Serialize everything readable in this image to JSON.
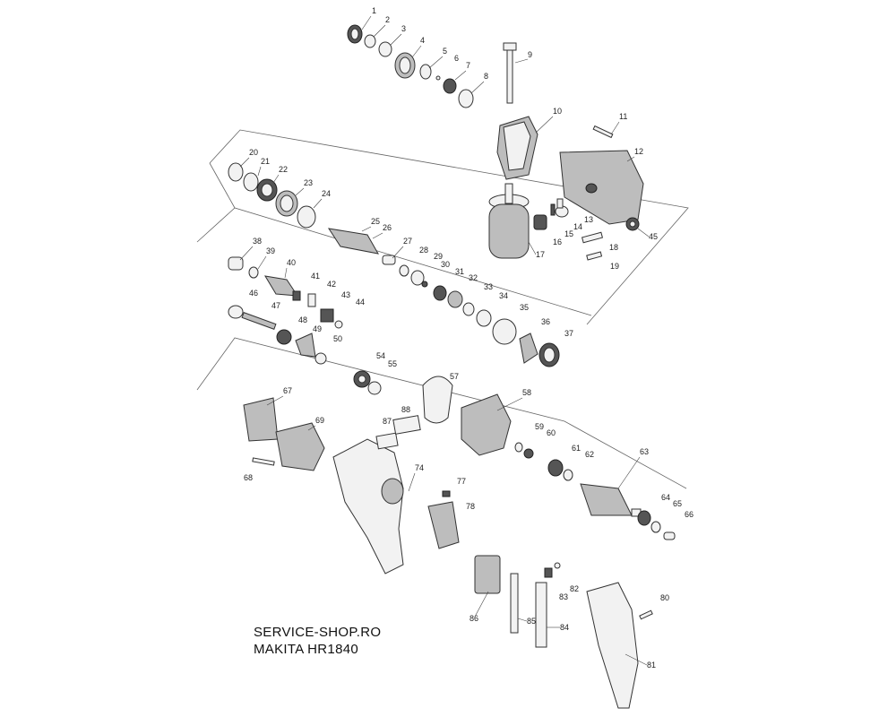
{
  "caption": {
    "shop": "SERVICE-SHOP.RO",
    "model": "MAKITA HR1840"
  },
  "part_numbers": [
    "1",
    "2",
    "3",
    "4",
    "5",
    "6",
    "7",
    "8",
    "9",
    "10",
    "11",
    "12",
    "13",
    "14",
    "15",
    "16",
    "17",
    "18",
    "19",
    "20",
    "21",
    "22",
    "23",
    "24",
    "25",
    "26",
    "27",
    "28",
    "29",
    "30",
    "31",
    "32",
    "33",
    "34",
    "35",
    "36",
    "37",
    "38",
    "39",
    "40",
    "41",
    "42",
    "43",
    "44",
    "45",
    "46",
    "47",
    "48",
    "49",
    "50",
    "54",
    "55",
    "57",
    "58",
    "59",
    "60",
    "61",
    "62",
    "63",
    "64",
    "65",
    "66",
    "67",
    "68",
    "69",
    "74",
    "77",
    "78",
    "80",
    "81",
    "82",
    "83",
    "84",
    "85",
    "86",
    "87",
    "88"
  ],
  "colors": {
    "line": "#333333",
    "dark_part": "#555555",
    "light_part": "#f2f2f2",
    "background": "#ffffff"
  }
}
